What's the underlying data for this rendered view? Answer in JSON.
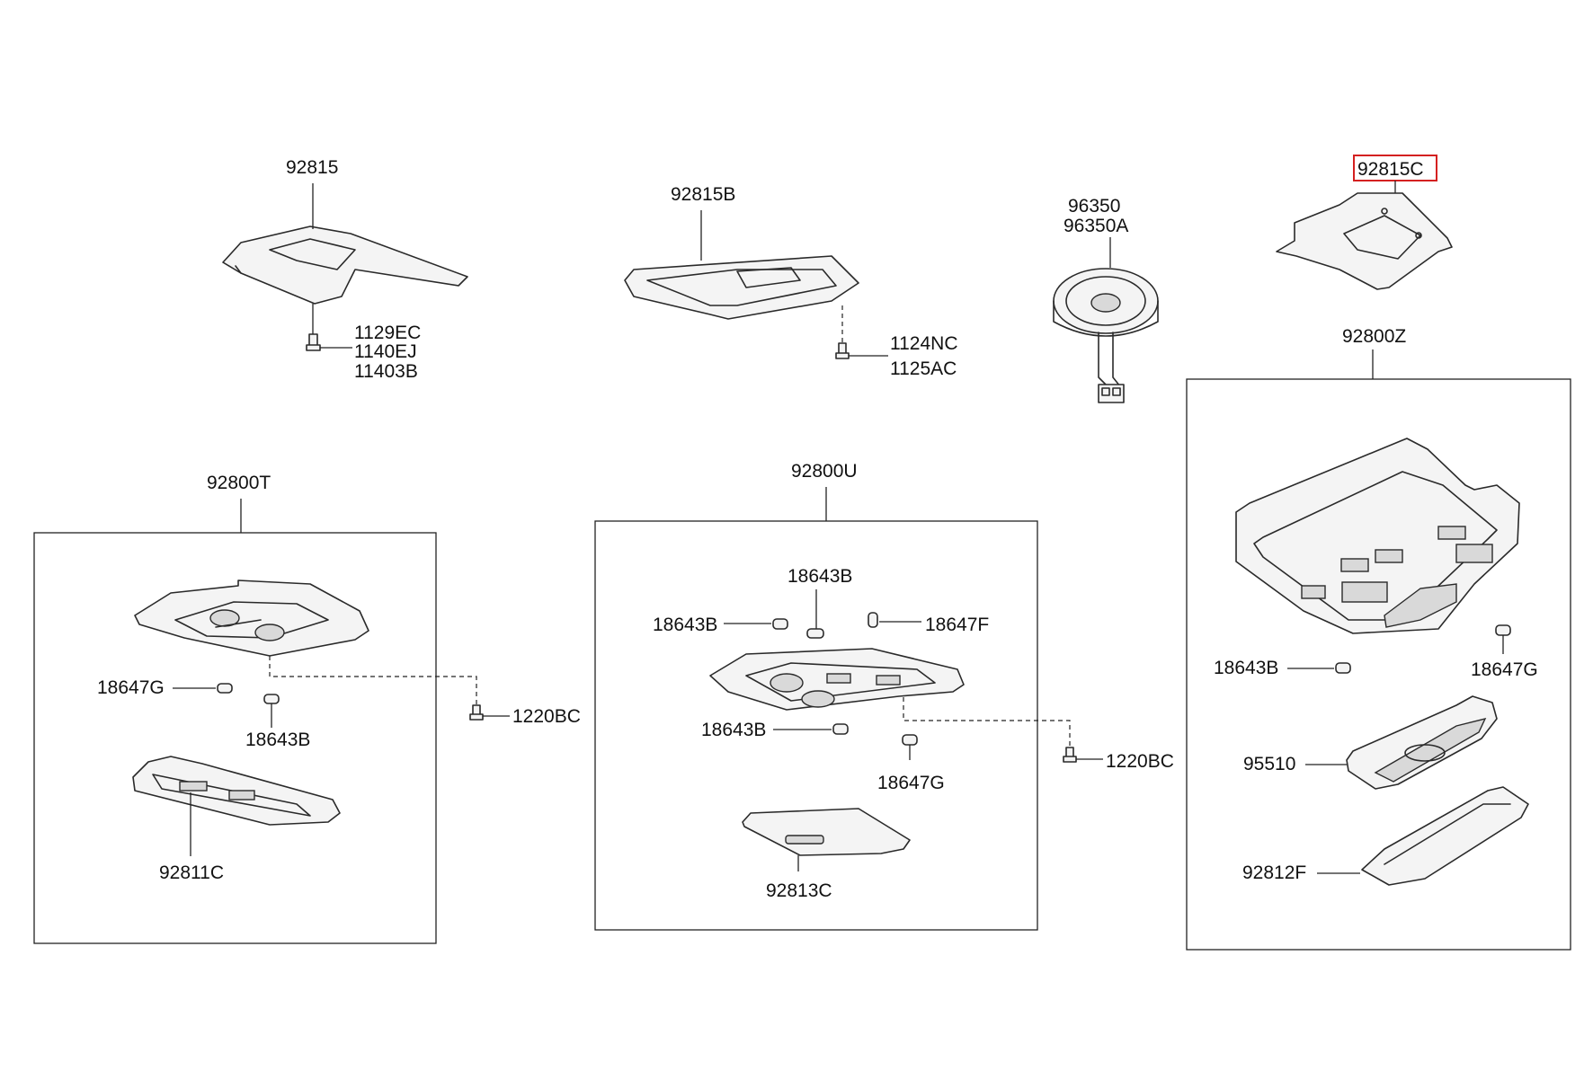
{
  "colors": {
    "highlight": "#d42020",
    "line": "#222222"
  },
  "labels": {
    "p92815": "92815",
    "p1129EC": "1129EC",
    "p1140EJ": "1140EJ",
    "p11403B": "11403B",
    "p92815B": "92815B",
    "p1124NC": "1124NC",
    "p1125AC": "1125AC",
    "p96350": "96350",
    "p96350A": "96350A",
    "p92815C": "92815C",
    "p92800Z": "92800Z",
    "p92800T": "92800T",
    "p18647G_t": "18647G",
    "p18643B_t": "18643B",
    "p1220BC_t": "1220BC",
    "p92811C": "92811C",
    "p92800U": "92800U",
    "p18643B_u1": "18643B",
    "p18643B_u2": "18643B",
    "p18647F": "18647F",
    "p18643B_u3": "18643B",
    "p18647G_u": "18647G",
    "p1220BC_u": "1220BC",
    "p92813C": "92813C",
    "p18643B_z": "18643B",
    "p18647G_z": "18647G",
    "p95510": "95510",
    "p92812F": "92812F"
  }
}
